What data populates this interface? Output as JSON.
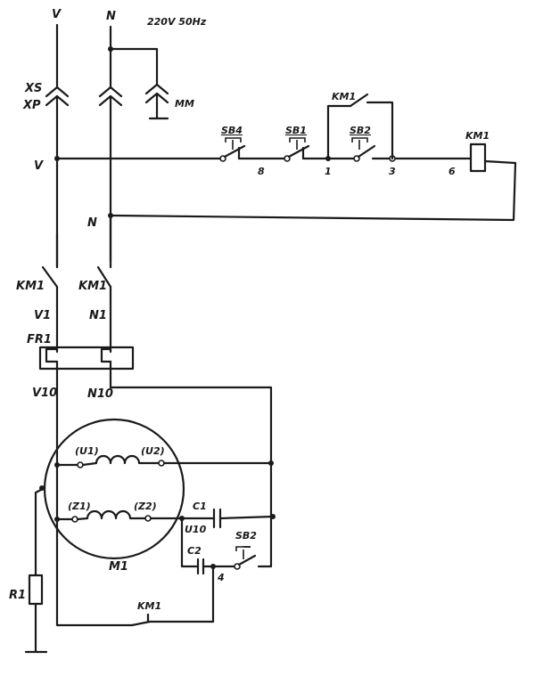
{
  "diagram": {
    "supply": {
      "line_label": "V",
      "neutral_label": "N",
      "rating": "220V  50Hz"
    },
    "connector": {
      "socket_label": "XS",
      "plug_label": "XP",
      "ground_label": "MM"
    },
    "control_circuit": {
      "node_v": "V",
      "node_n": "N",
      "stop_button": "SB4",
      "node_8": "8",
      "button_sb1": "SB1",
      "node_1": "1",
      "start_button": "SB2",
      "node_3": "3",
      "holding_contact": "KM1",
      "node_6": "6",
      "coil": "KM1"
    },
    "power_circuit": {
      "main_contact_v": "KM1",
      "main_contact_n": "KM1",
      "node_v1": "V1",
      "node_n1": "N1",
      "overload_relay": "FR1",
      "node_v10": "V10",
      "node_n10": "N10"
    },
    "motor": {
      "label": "M1",
      "main_winding_start": "(U1)",
      "main_winding_end": "(U2)",
      "aux_winding_start": "(Z1)",
      "aux_winding_end": "(Z2)"
    },
    "start_circuit": {
      "run_capacitor": "C1",
      "node_u10": "U10",
      "start_capacitor": "C2",
      "start_button": "SB2",
      "node_4": "4",
      "aux_contact": "KM1"
    },
    "grounding": {
      "resistor": "R1"
    }
  }
}
